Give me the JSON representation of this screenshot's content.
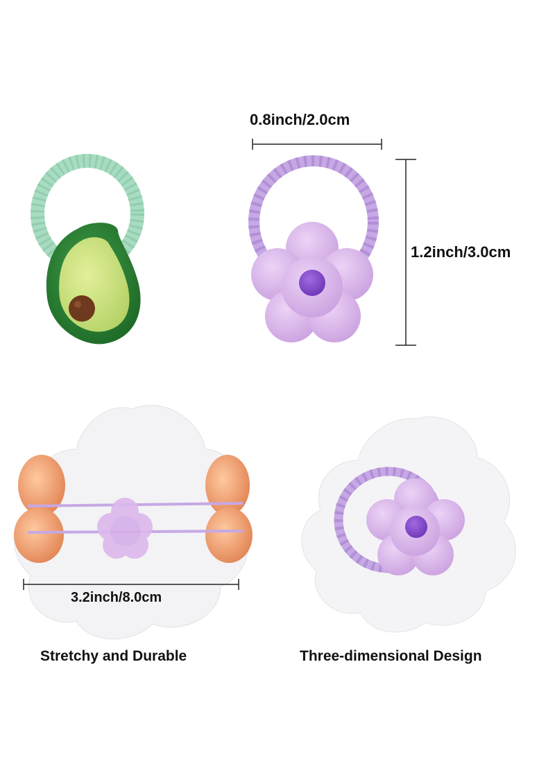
{
  "dimensions": {
    "width_label": "0.8inch/2.0cm",
    "height_label": "1.2inch/3.0cm",
    "stretch_label": "3.2inch/8.0cm"
  },
  "captions": {
    "left": "Stretchy and Durable",
    "right": "Three-dimensional Design"
  },
  "colors": {
    "mint_band": "#a8dcc2",
    "avocado_skin": "#2e7d32",
    "avocado_flesh": "#c6e07a",
    "avocado_pit": "#6d3a1e",
    "lilac_band": "#c6a8e4",
    "flower_petal": "#dcb8ec",
    "flower_center": "#8a4fd0",
    "card_white": "#f3f3f5",
    "finger_skin": "#f0a070"
  }
}
